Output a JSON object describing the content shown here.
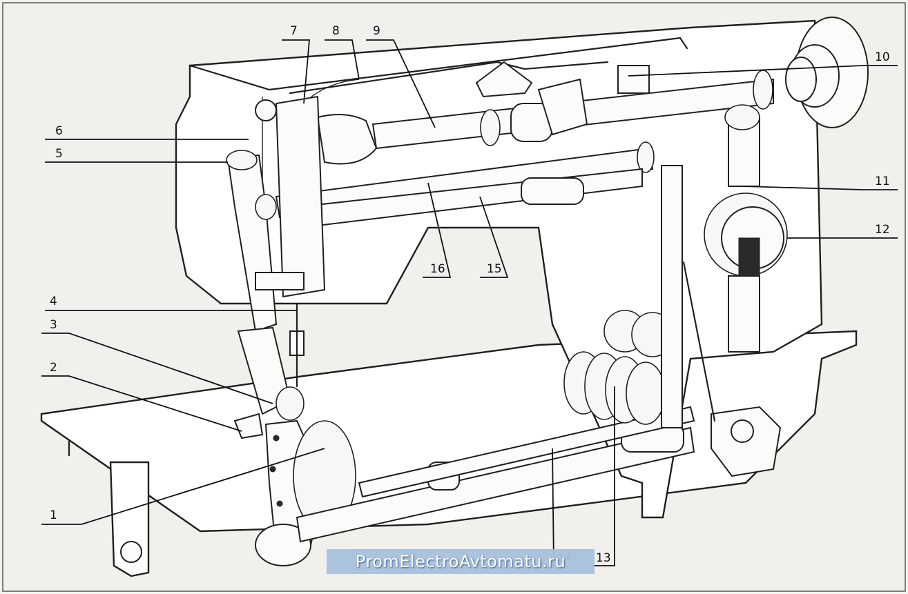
{
  "labels": {
    "l1": "1",
    "l2": "2",
    "l3": "3",
    "l4": "4",
    "l5": "5",
    "l6": "6",
    "l7": "7",
    "l8": "8",
    "l9": "9",
    "l10": "10",
    "l11": "11",
    "l12": "12",
    "l13": "13",
    "l14": "14",
    "l15": "15",
    "l16": "16"
  },
  "watermark": "PromElectroAvtomatu.ru"
}
